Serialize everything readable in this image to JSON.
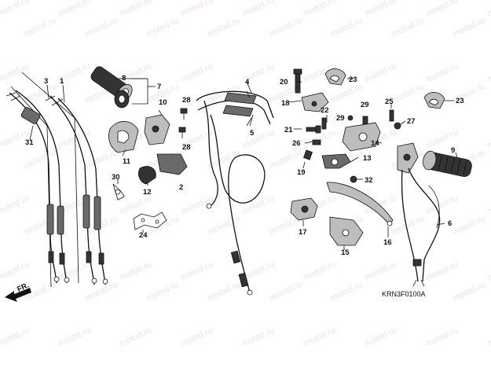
{
  "diagram": {
    "watermark_text": "motod.ru",
    "diagram_code": "KRN3F0100A",
    "direction_label": "FR.",
    "callouts": {
      "p1": "1",
      "p2": "2",
      "p3": "3",
      "p4": "4",
      "p5": "5",
      "p6": "6",
      "p7": "7",
      "p8": "8",
      "p9": "9",
      "p10": "10",
      "p11": "11",
      "p12": "12",
      "p13": "13",
      "p14": "14",
      "p15": "15",
      "p16": "16",
      "p17": "17",
      "p18": "18",
      "p19": "19",
      "p20": "20",
      "p21": "21",
      "p22": "22",
      "p23a": "23",
      "p23b": "23",
      "p24": "24",
      "p25": "25",
      "p26": "26",
      "p27": "27",
      "p28a": "28",
      "p28b": "28",
      "p29a": "29",
      "p29b": "29",
      "p30": "30",
      "p31": "31",
      "p32": "32"
    }
  }
}
